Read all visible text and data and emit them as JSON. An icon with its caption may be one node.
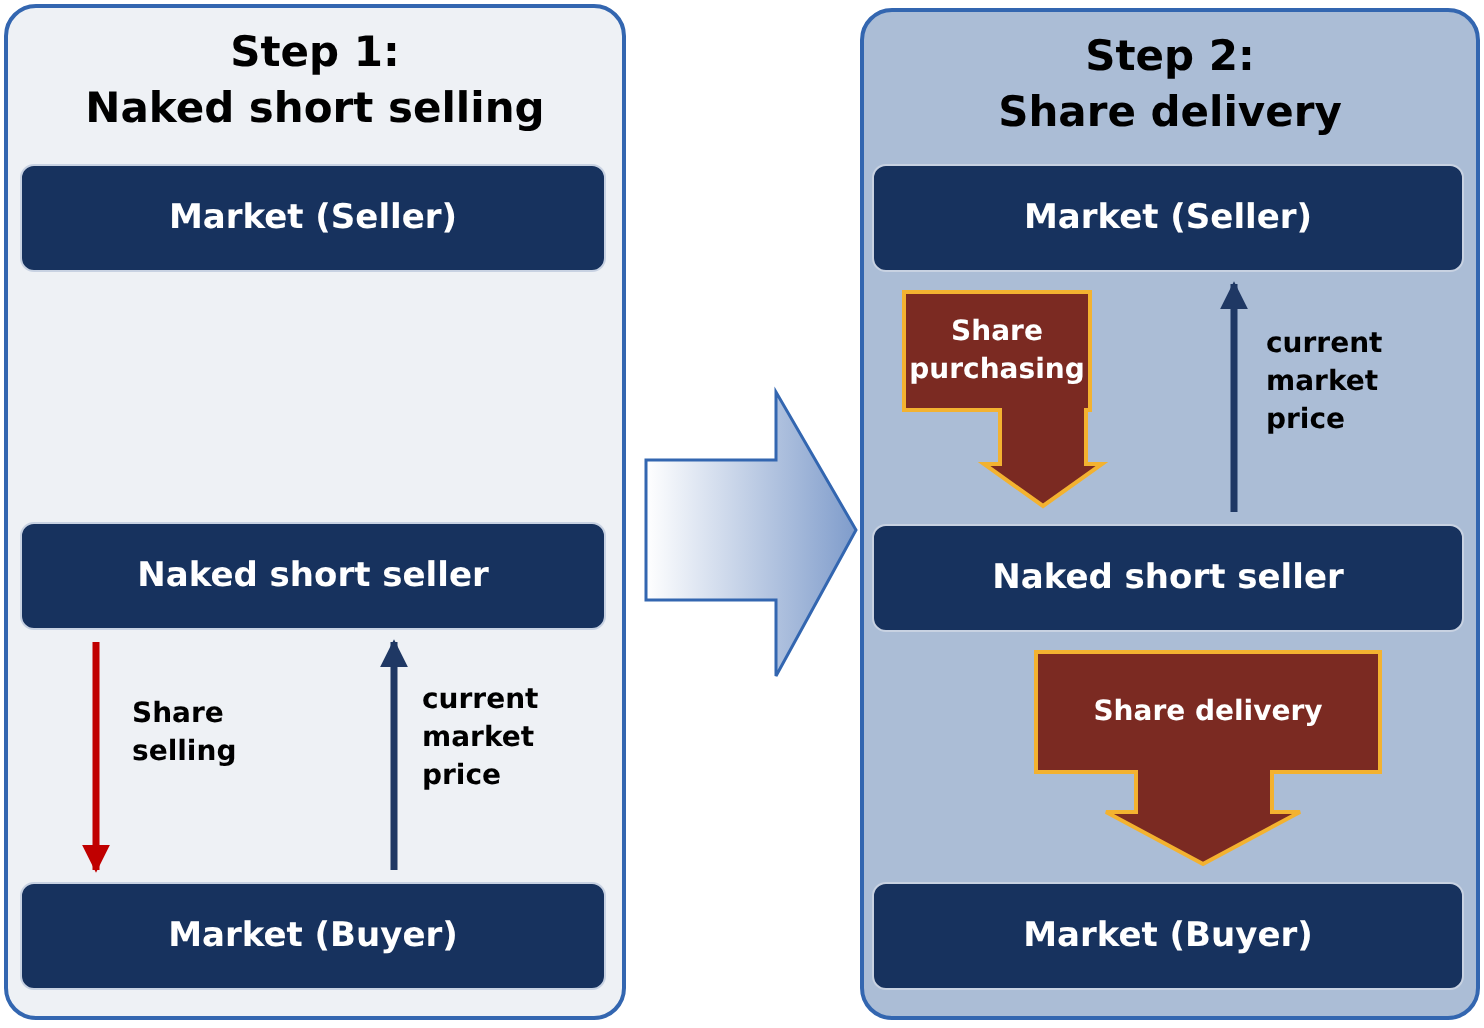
{
  "diagram": {
    "nodes": [
      {
        "text": [
          "Step 1:",
          "Naked short selling"
        ]
      },
      {
        "text": [
          "Market (Seller)"
        ],
        "in": 0
      },
      {
        "text": [
          "Naked short seller"
        ],
        "in": 0
      },
      {
        "text": [
          "Market (Buyer)"
        ],
        "in": 0
      },
      {
        "text": [
          "Step 2:",
          "Share delivery"
        ]
      },
      {
        "text": [
          "Market (Seller)"
        ],
        "in": 4
      },
      {
        "text": [
          "Naked short seller"
        ],
        "in": 4
      },
      {
        "text": [
          "Market (Buyer)"
        ],
        "in": 4
      }
    ],
    "edges": [
      {
        "from": 2,
        "to": 3,
        "arrow": "to",
        "label": "Share selling",
        "color": "#c00000"
      },
      {
        "from": 3,
        "to": 2,
        "arrow": "to",
        "label": "current market price"
      },
      {
        "from": 0,
        "to": 4,
        "arrow": "to",
        "style": "thick",
        "color": "#7f9ccb"
      },
      {
        "from": 5,
        "to": 6,
        "arrow": "to",
        "label": "Share purchasing",
        "style": "thick",
        "color": "#7b2a22"
      },
      {
        "from": 6,
        "to": 5,
        "arrow": "to",
        "label": "current market price"
      },
      {
        "from": 6,
        "to": 7,
        "arrow": "to",
        "label": "Share delivery",
        "style": "thick",
        "color": "#7b2a22"
      }
    ]
  }
}
